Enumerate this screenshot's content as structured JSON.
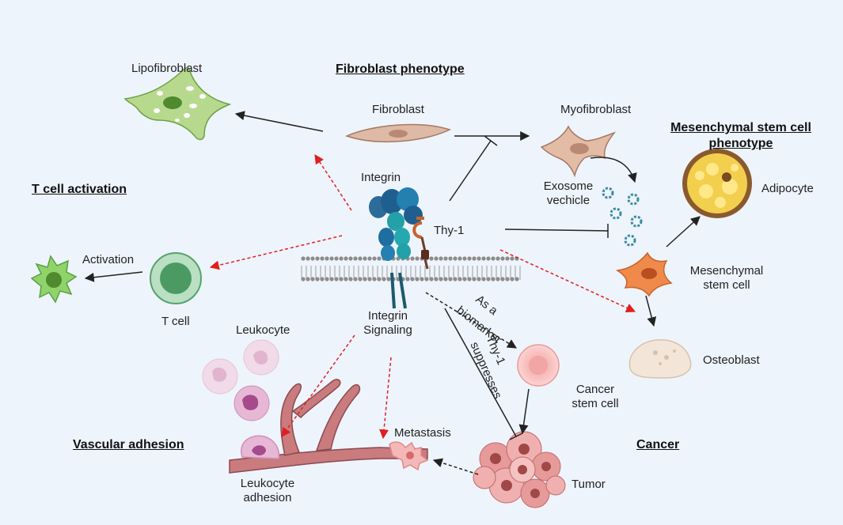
{
  "sections": {
    "fibroblast_phenotype": "Fibroblast phenotype",
    "msc_phenotype_line1": "Mesenchymal stem cell",
    "msc_phenotype_line2": "phenotype",
    "t_cell_activation": "T cell activation",
    "vascular_adhesion": "Vascular adhesion",
    "cancer": "Cancer"
  },
  "labels": {
    "lipofibroblast": "Lipofibroblast",
    "fibroblast": "Fibroblast",
    "myofibroblast": "Myofibroblast",
    "exosome_line1": "Exosome",
    "exosome_line2": "vechicle",
    "adipocyte": "Adipocyte",
    "integrin": "Integrin",
    "thy1": "Thy-1",
    "mesenchymal_line1": "Mesenchymal",
    "mesenchymal_line2": "stem cell",
    "activation": "Activation",
    "t_cell": "T cell",
    "integrin_signaling_line1": "Integrin",
    "integrin_signaling_line2": "Signaling",
    "as_a": "As a",
    "biomarker": "biomarker",
    "thy1_rot": "Thy-1",
    "suppresses": "suppresses",
    "osteoblast": "Osteoblast",
    "leukocyte": "Leukocyte",
    "cancer_stem_line1": "Cancer",
    "cancer_stem_line2": "stem cell",
    "metastasis": "Metastasis",
    "leukocyte_adhesion_line1": "Leukocyte",
    "leukocyte_adhesion_line2": "adhesion",
    "tumor": "Tumor"
  },
  "colors": {
    "background": "#eef4fb",
    "inhibition_red": "#e0201e",
    "arrow_black": "#222222",
    "integrin_blue": "#1f6ea0",
    "thy1_orange": "#c8632a"
  }
}
